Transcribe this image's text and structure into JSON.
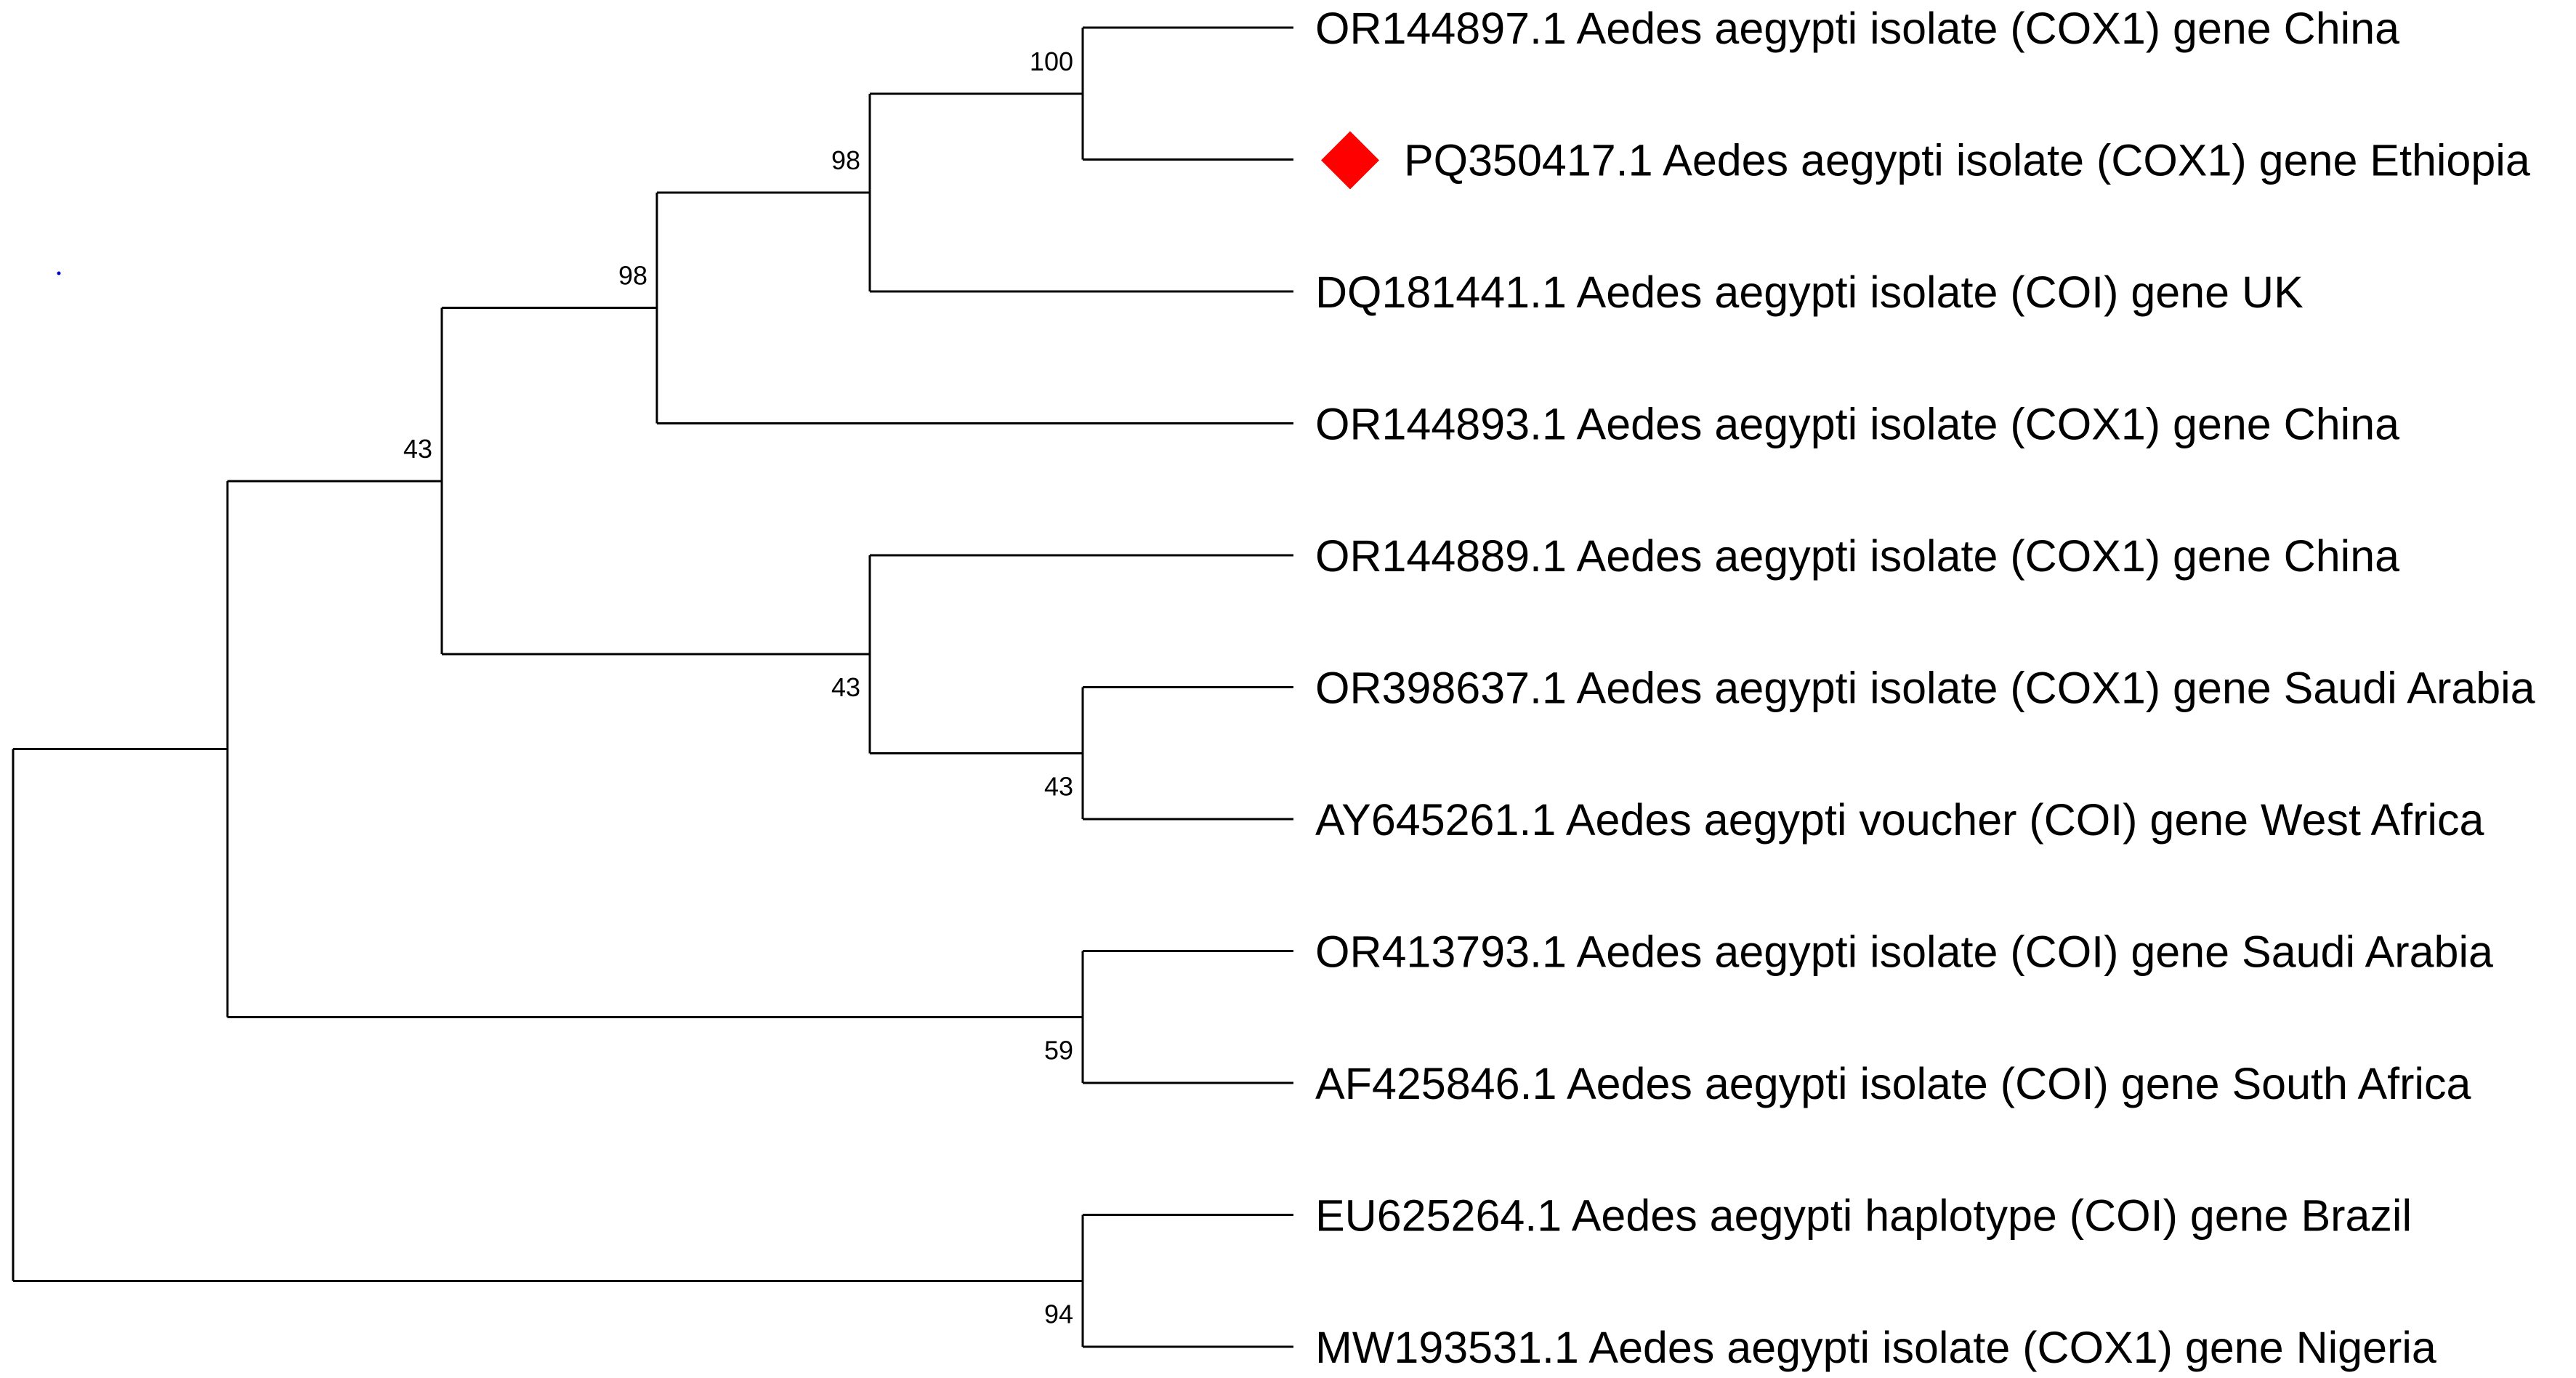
{
  "tree": {
    "type": "phylogenetic-tree",
    "marker_color": "#ff0000",
    "stray_dot_color": "#0000cc",
    "taxa": [
      {
        "id": "t1",
        "label": "OR144897.1 Aedes aegypti isolate (COX1) gene China",
        "highlight": false
      },
      {
        "id": "t2",
        "label": "PQ350417.1 Aedes aegypti isolate (COX1) gene Ethiopia",
        "highlight": true
      },
      {
        "id": "t3",
        "label": "DQ181441.1 Aedes aegypti isolate (COI) gene UK",
        "highlight": false
      },
      {
        "id": "t4",
        "label": "OR144893.1 Aedes aegypti isolate (COX1) gene China",
        "highlight": false
      },
      {
        "id": "t5",
        "label": "OR144889.1 Aedes aegypti isolate (COX1) gene China",
        "highlight": false
      },
      {
        "id": "t6",
        "label": "OR398637.1 Aedes aegypti isolate (COX1) gene Saudi Arabia",
        "highlight": false
      },
      {
        "id": "t7",
        "label": "AY645261.1 Aedes aegypti voucher (COI) gene West Africa",
        "highlight": false
      },
      {
        "id": "t8",
        "label": "OR413793.1 Aedes aegypti isolate (COI) gene Saudi Arabia",
        "highlight": false
      },
      {
        "id": "t9",
        "label": "AF425846.1 Aedes aegypti isolate (COI) gene South Africa",
        "highlight": false
      },
      {
        "id": "t10",
        "label": "EU625264.1 Aedes aegypti haplotype (COI) gene Brazil",
        "highlight": false
      },
      {
        "id": "t11",
        "label": "MW193531.1 Aedes aegypti isolate (COX1) gene Nigeria",
        "highlight": false
      }
    ],
    "nodes": [
      {
        "id": "n1",
        "children": [
          "t1",
          "t2"
        ],
        "bootstrap": "100"
      },
      {
        "id": "n2",
        "children": [
          "n1",
          "t3"
        ],
        "bootstrap": "98"
      },
      {
        "id": "n3",
        "children": [
          "n2",
          "t4"
        ],
        "bootstrap": "98"
      },
      {
        "id": "n4",
        "children": [
          "t6",
          "t7"
        ],
        "bootstrap": "43"
      },
      {
        "id": "n5",
        "children": [
          "t5",
          "n4"
        ],
        "bootstrap": "43"
      },
      {
        "id": "n6",
        "children": [
          "n3",
          "n5"
        ],
        "bootstrap": "43"
      },
      {
        "id": "n7",
        "children": [
          "t8",
          "t9"
        ],
        "bootstrap": "59"
      },
      {
        "id": "n8",
        "children": [
          "n6",
          "n7"
        ],
        "bootstrap": ""
      },
      {
        "id": "n9",
        "children": [
          "t10",
          "t11"
        ],
        "bootstrap": "94"
      },
      {
        "id": "root",
        "children": [
          "n8",
          "n9"
        ],
        "bootstrap": ""
      }
    ]
  }
}
